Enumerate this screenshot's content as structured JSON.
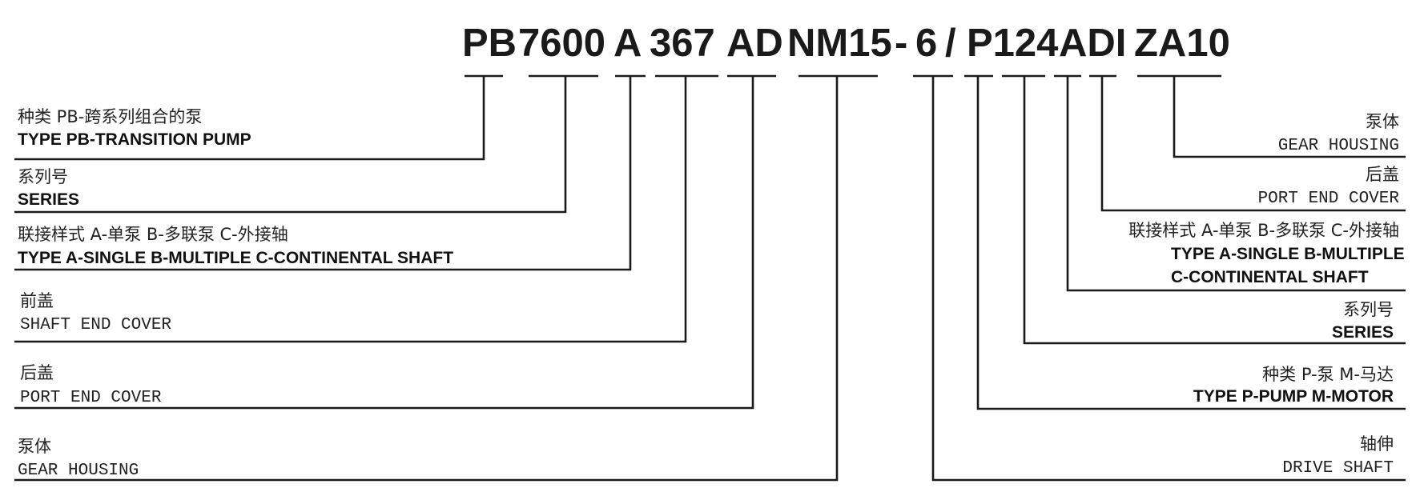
{
  "code": {
    "segments": [
      "PB",
      "7600",
      "A",
      "367",
      "AD",
      "NM15",
      "-",
      "6",
      "/",
      "P124",
      "ADI",
      "ZA10"
    ]
  },
  "left_labels": [
    {
      "zh": "种类 PB-跨系列组合的泵",
      "en": "TYPE PB-TRANSITION PUMP"
    },
    {
      "zh": "系列号",
      "en": "SERIES"
    },
    {
      "zh": "联接样式 A-单泵 B-多联泵 C-外接轴",
      "en": "TYPE A-SINGLE B-MULTIPLE C-CONTINENTAL SHAFT"
    },
    {
      "zh": "前盖",
      "en": "SHAFT END COVER"
    },
    {
      "zh": "后盖",
      "en": "PORT END COVER"
    },
    {
      "zh": "泵体",
      "en": "GEAR HOUSING"
    }
  ],
  "right_labels": [
    {
      "zh": "泵体",
      "en": "GEAR HOUSING"
    },
    {
      "zh": "后盖",
      "en": "PORT END COVER"
    },
    {
      "zh": "联接样式 A-单泵 B-多联泵 C-外接轴",
      "en": "TYPE A-SINGLE B-MULTIPLE",
      "en2": "C-CONTINENTAL SHAFT"
    },
    {
      "zh": "系列号",
      "en": "SERIES"
    },
    {
      "zh": "种类 P-泵  M-马达",
      "en": "TYPE P-PUMP M-MOTOR"
    },
    {
      "zh": "轴伸",
      "en": "DRIVE SHAFT"
    }
  ]
}
